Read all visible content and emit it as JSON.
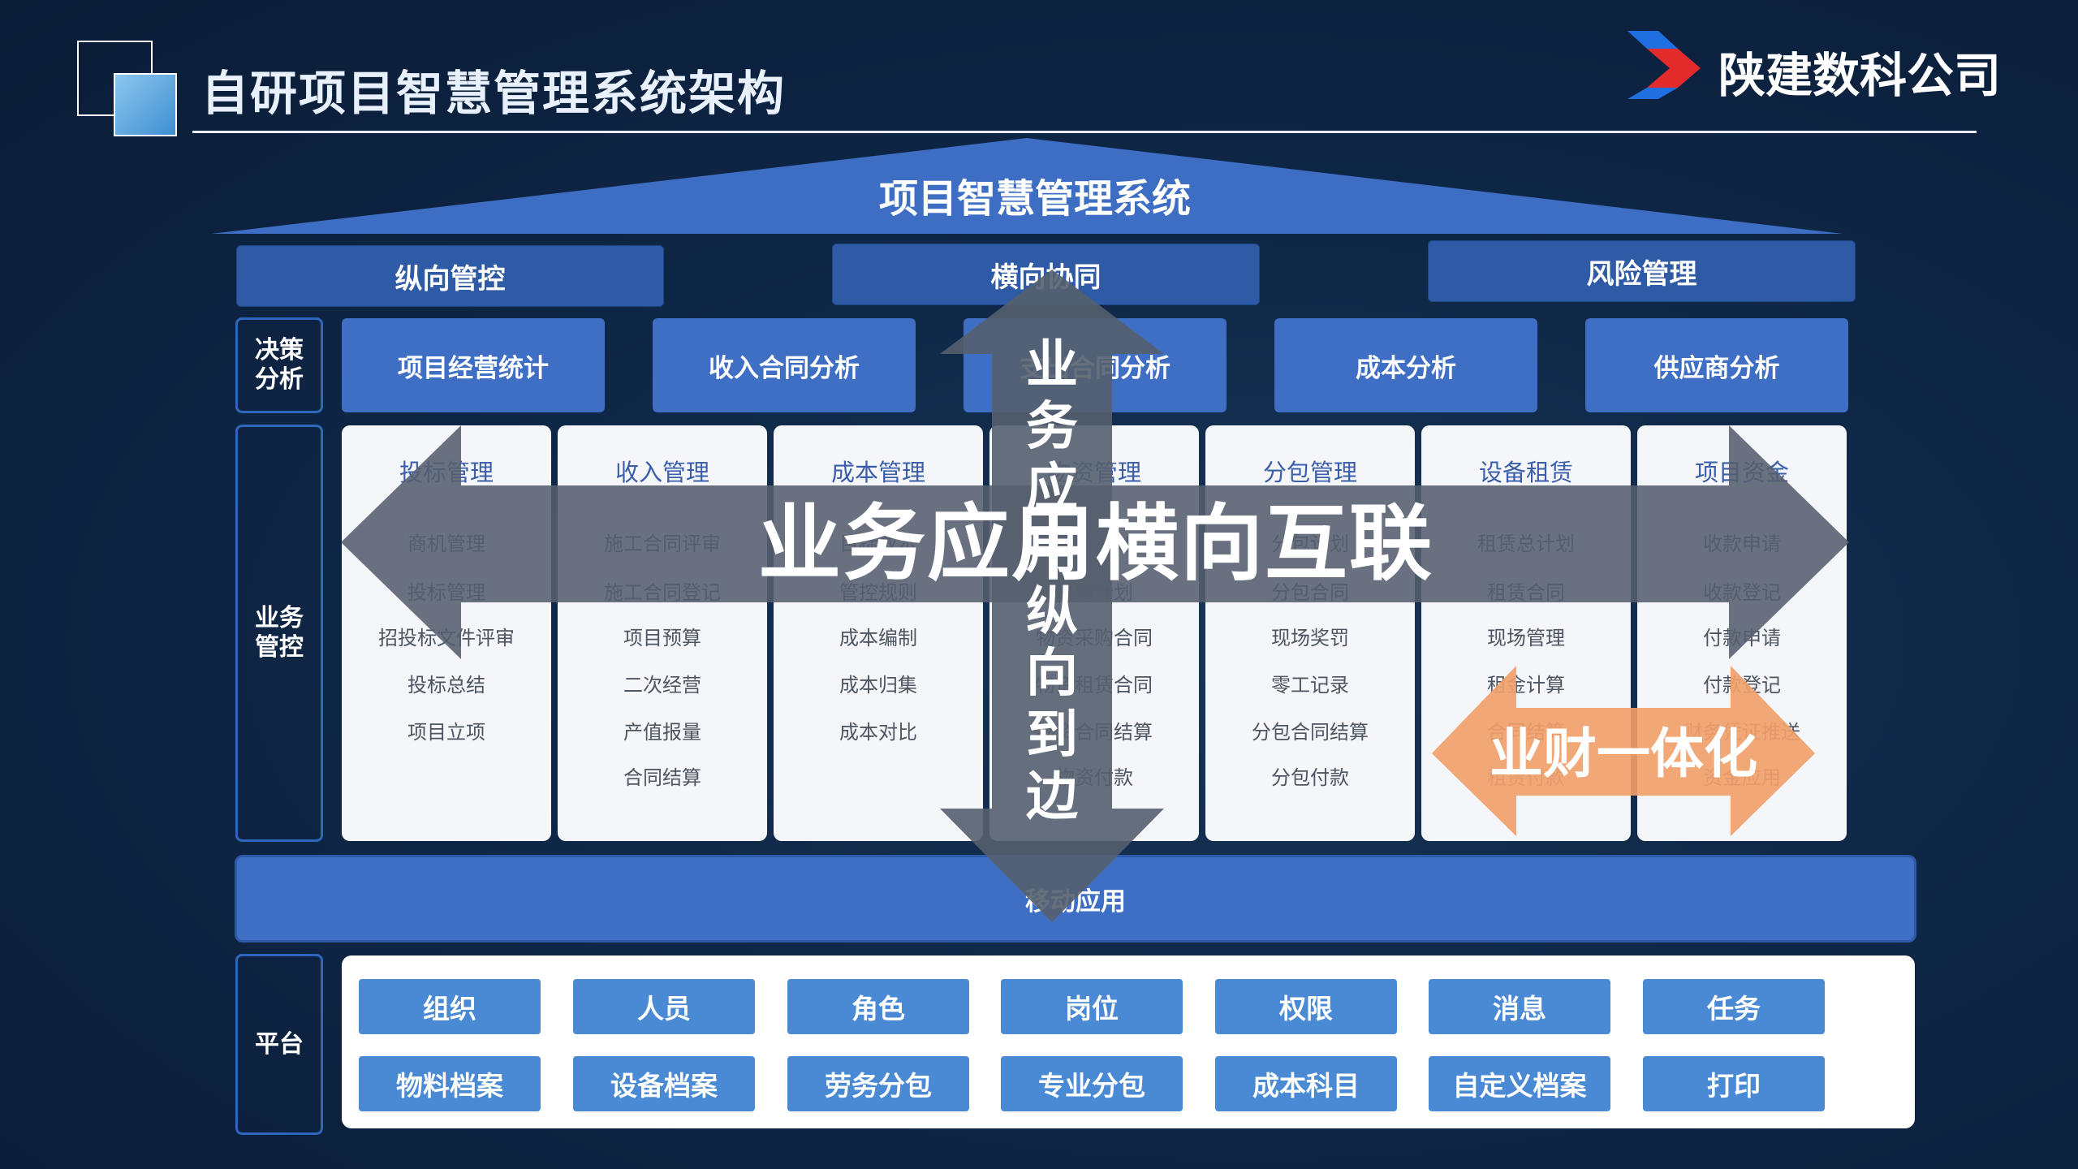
{
  "header": {
    "title": "自研项目智慧管理系统架构",
    "company": "陕建数科公司"
  },
  "system_title": "项目智慧管理系统",
  "categories": [
    "纵向管控",
    "横向协同",
    "风险管理"
  ],
  "side_labels": {
    "decision": "决策分析",
    "business": "业务管控",
    "platform": "平台"
  },
  "decision_items": [
    "项目经营统计",
    "收入合同分析",
    "支出合同分析",
    "成本分析",
    "供应商分析"
  ],
  "modules": [
    {
      "title": "投标管理",
      "items": [
        "商机管理",
        "投标管理",
        "招投标文件评审",
        "投标总结",
        "项目立项"
      ]
    },
    {
      "title": "收入管理",
      "items": [
        "施工合同评审",
        "施工合同登记",
        "项目预算",
        "二次经营",
        "产值报量",
        "合同结算"
      ]
    },
    {
      "title": "成本管理",
      "items": [
        "目标成本",
        "管控规则",
        "成本编制",
        "成本归集",
        "成本对比"
      ]
    },
    {
      "title": "物资管理",
      "items": [
        "物资计划",
        "采购计划",
        "物资采购合同",
        "物资租赁合同",
        "物资合同结算",
        "物资付款"
      ]
    },
    {
      "title": "分包管理",
      "items": [
        "分包计划",
        "分包合同",
        "现场奖罚",
        "零工记录",
        "分包合同结算",
        "分包付款"
      ]
    },
    {
      "title": "设备租赁",
      "items": [
        "租赁总计划",
        "租赁合同",
        "现场管理",
        "租金计算",
        "合同结算",
        "租赁付款"
      ]
    },
    {
      "title": "项目资金",
      "items": [
        "收款申请",
        "收款登记",
        "付款申请",
        "付款登记",
        "财务凭证推送",
        "资金应用"
      ]
    }
  ],
  "mobile": "移动应用",
  "platform_row1": [
    "组织",
    "人员",
    "角色",
    "岗位",
    "权限",
    "消息",
    "任务"
  ],
  "platform_row2": [
    "物料档案",
    "设备档案",
    "劳务分包",
    "专业分包",
    "成本科目",
    "自定义档案",
    "打印"
  ],
  "overlays": {
    "horizontal": "业务应用横向互联",
    "vertical": "业务应用纵向到边",
    "finance": "业财一体化"
  },
  "colors": {
    "background": "#0f2747",
    "primary_blue": "#3e6fc4",
    "category_blue": "#2f5aa5",
    "platform_button": "#4a8ad4",
    "arrow_gray": "#555f6e",
    "finance_orange": "#f0a06a"
  }
}
